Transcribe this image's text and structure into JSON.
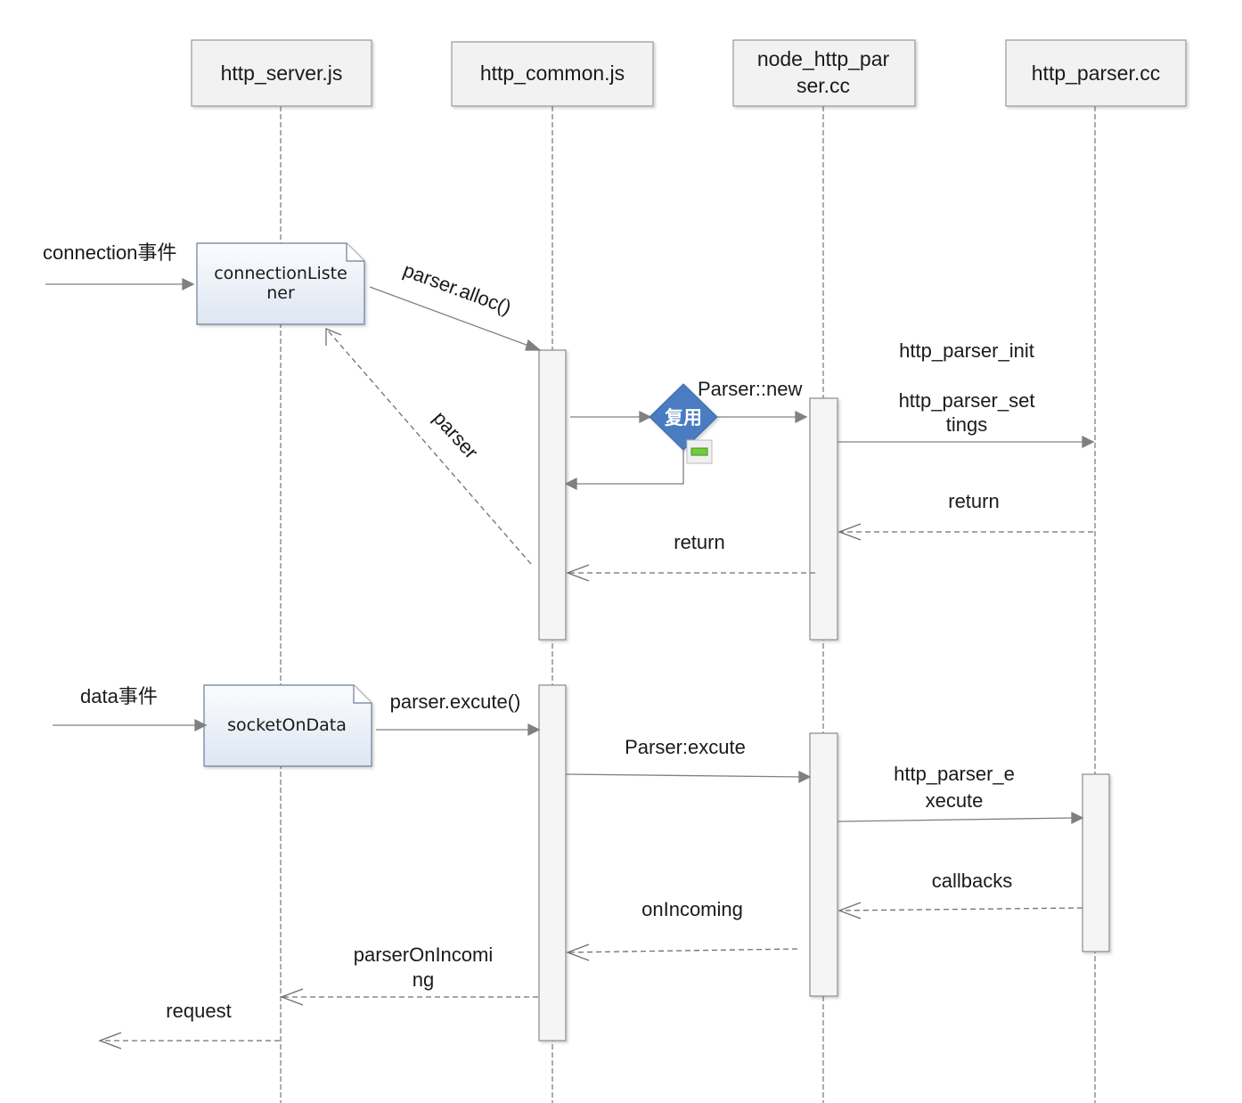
{
  "lifelines": [
    {
      "id": "server",
      "label_lines": [
        "http_server.js"
      ]
    },
    {
      "id": "common",
      "label_lines": [
        "http_common.js"
      ]
    },
    {
      "id": "node_parser",
      "label_lines": [
        "node_http_par",
        "ser.cc"
      ]
    },
    {
      "id": "parser_cc",
      "label_lines": [
        "http_parser.cc"
      ]
    }
  ],
  "events": {
    "connection": "connection事件",
    "data": "data事件"
  },
  "notes": {
    "connection_listener": [
      "connectionListe",
      "ner"
    ],
    "socket_on_data": [
      "socketOnData"
    ]
  },
  "decision": {
    "label": "复用",
    "fill_color": "#4a7cc0"
  },
  "messages": {
    "alloc": "parser.alloc()",
    "parser_return": "parser",
    "parser_new": "Parser::new",
    "parser_init": "http_parser_init",
    "parser_settings": [
      "http_parser_set",
      "tings"
    ],
    "return_cc": "return",
    "return_node": "return",
    "excute_call": "parser.excute()",
    "parser_excute": "Parser:excute",
    "http_parser_execute": [
      "http_parser_e",
      "xecute"
    ],
    "callbacks": "callbacks",
    "on_incoming": "onIncoming",
    "parser_on_incoming": [
      "parserOnIncomi",
      "ng"
    ],
    "request": "request"
  },
  "colors": {
    "line": "#808080",
    "header_fill": "#f2f2f2",
    "note_fill_top": "#fbfcfe",
    "note_fill_bottom": "#dfe7f2",
    "note_border": "#6b7f99",
    "activation_fill": "#f5f5f5"
  }
}
